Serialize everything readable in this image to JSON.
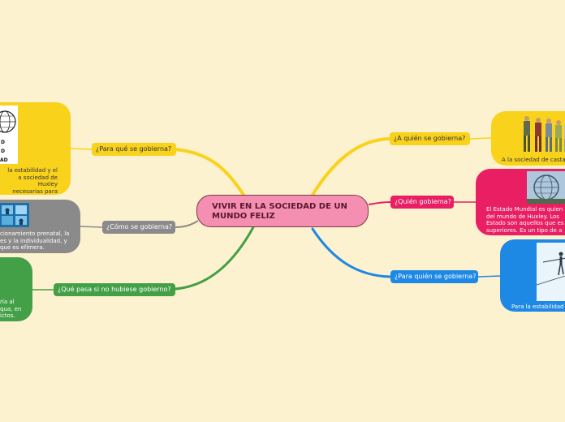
{
  "central": {
    "title": "VIVIR EN LA SOCIEDAD DE UN MUNDO FELIZ"
  },
  "left": [
    {
      "topic": "¿Para qué se gobierna?",
      "text": [
        "la estabilidad y el",
        "a sociedad de Huxley",
        "necesarias para que"
      ],
      "image_text": [
        "D",
        "D",
        "AD"
      ],
      "color": "#f9d21c",
      "icon": "globe-emblem-image"
    },
    {
      "topic": "¿Cómo se gobierna?",
      "text": [
        "cionamiento prenatal, la",
        "es y la individualidad, y",
        "que es efímera."
      ],
      "color": "#8a8a8a",
      "icon": "cinema-screen-image"
    },
    {
      "topic": "¿Qué pasa si no hubiese gobierno?",
      "text": [
        "ría al",
        "qua, en",
        "ictos."
      ],
      "color": "#43a047"
    }
  ],
  "right": [
    {
      "topic": "¿A quién se gobierna?",
      "text": [
        "A la sociedad de casta"
      ],
      "color": "#f9d21c",
      "icon": "people-castes-image"
    },
    {
      "topic": "¿Quién gobierna?",
      "text": [
        "El Estado Mundial es quien",
        "del mundo de Huxley. Los",
        "Estado son aquellos que es",
        "superiores. Es un tipo de a"
      ],
      "color": "#e91e63",
      "icon": "unisphere-globe-image"
    },
    {
      "topic": "¿Para quién se gobierna?",
      "text": [
        "Para la estabilidad"
      ],
      "color": "#1e88e5",
      "icon": "tightrope-walker-image"
    }
  ]
}
